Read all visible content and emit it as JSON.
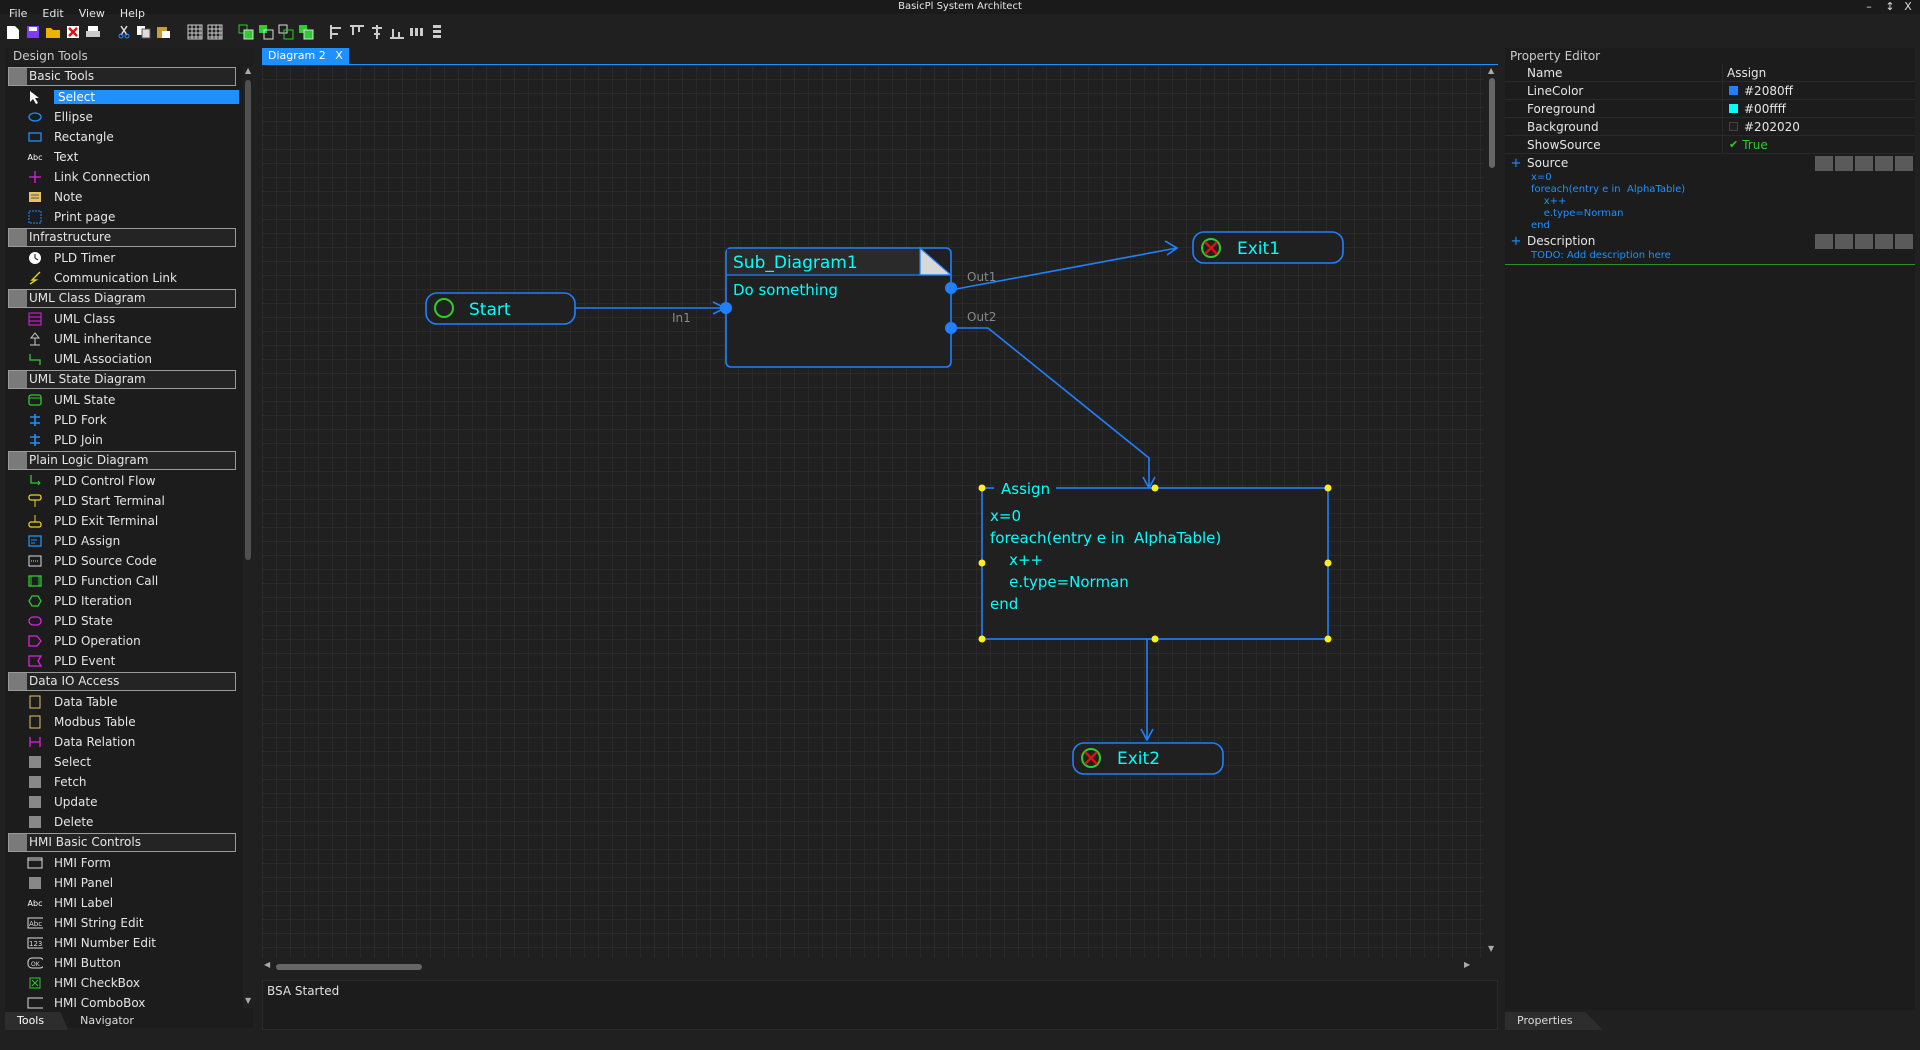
{
  "window": {
    "title": "BasicPl System Architect",
    "minimize": "–",
    "maximize": "↕",
    "close": "X"
  },
  "menu": [
    "File",
    "Edit",
    "View",
    "Help"
  ],
  "left_panel": {
    "header": "Design Tools",
    "categories": [
      {
        "label": "Basic Tools",
        "tools": [
          {
            "label": "Select",
            "icon": "cursor-icon"
          },
          {
            "label": "Ellipse",
            "icon": "ellipse-icon"
          },
          {
            "label": "Rectangle",
            "icon": "rectangle-icon"
          },
          {
            "label": "Text",
            "icon": "abc-text-icon"
          },
          {
            "label": "Link Connection",
            "icon": "link-icon"
          },
          {
            "label": "Note",
            "icon": "note-icon"
          },
          {
            "label": "Print page",
            "icon": "print-page-icon"
          }
        ]
      },
      {
        "label": "Infrastructure",
        "tools": [
          {
            "label": "PLD Timer",
            "icon": "timer-icon"
          },
          {
            "label": "Communication Link",
            "icon": "lightning-icon"
          }
        ]
      },
      {
        "label": "UML Class Diagram",
        "tools": [
          {
            "label": "UML Class",
            "icon": "uml-class-icon"
          },
          {
            "label": "UML inheritance",
            "icon": "inheritance-icon"
          },
          {
            "label": "UML Association",
            "icon": "association-icon"
          }
        ]
      },
      {
        "label": "UML State Diagram",
        "tools": [
          {
            "label": "UML State",
            "icon": "state-icon"
          },
          {
            "label": "PLD Fork",
            "icon": "fork-icon"
          },
          {
            "label": "PLD Join",
            "icon": "join-icon"
          }
        ]
      },
      {
        "label": "Plain Logic Diagram",
        "tools": [
          {
            "label": "PLD Control Flow",
            "icon": "control-flow-icon"
          },
          {
            "label": "PLD Start Terminal",
            "icon": "start-terminal-icon"
          },
          {
            "label": "PLD Exit Terminal",
            "icon": "exit-terminal-icon"
          },
          {
            "label": "PLD Assign",
            "icon": "assign-icon"
          },
          {
            "label": "PLD Source Code",
            "icon": "source-code-icon"
          },
          {
            "label": "PLD Function Call",
            "icon": "function-call-icon"
          },
          {
            "label": "PLD Iteration",
            "icon": "iteration-icon"
          },
          {
            "label": "PLD State",
            "icon": "pld-state-icon"
          },
          {
            "label": "PLD Operation",
            "icon": "operation-icon"
          },
          {
            "label": "PLD Event",
            "icon": "event-icon"
          }
        ]
      },
      {
        "label": "Data IO Access",
        "tools": [
          {
            "label": "Data Table",
            "icon": "data-table-icon"
          },
          {
            "label": "Modbus Table",
            "icon": "modbus-table-icon"
          },
          {
            "label": "Data Relation",
            "icon": "data-relation-icon"
          },
          {
            "label": "Select",
            "icon": "gray-box-icon"
          },
          {
            "label": "Fetch",
            "icon": "gray-box-icon"
          },
          {
            "label": "Update",
            "icon": "gray-box-icon"
          },
          {
            "label": "Delete",
            "icon": "gray-box-icon"
          }
        ]
      },
      {
        "label": "HMI Basic Controls",
        "tools": [
          {
            "label": "HMI Form",
            "icon": "form-icon"
          },
          {
            "label": "HMI Panel",
            "icon": "panel-icon"
          },
          {
            "label": "HMI Label",
            "icon": "label-icon"
          },
          {
            "label": "HMI String Edit",
            "icon": "string-edit-icon"
          },
          {
            "label": "HMI Number Edit",
            "icon": "number-edit-icon"
          },
          {
            "label": "HMI Button",
            "icon": "button-icon"
          },
          {
            "label": "HMI CheckBox",
            "icon": "checkbox-icon"
          },
          {
            "label": "HMI ComboBox",
            "icon": "combobox-icon"
          }
        ]
      }
    ],
    "tabs": [
      "Tools",
      "Navigator"
    ]
  },
  "document": {
    "tab_label": "Diagram 2",
    "tab_close": "X"
  },
  "diagram": {
    "start": {
      "label": "Start"
    },
    "sub_diagram": {
      "title": "Sub_Diagram1",
      "body": "Do something",
      "in_port": "In1",
      "out1": "Out1",
      "out2": "Out2"
    },
    "exit1": {
      "label": "Exit1"
    },
    "exit2": {
      "label": "Exit2"
    },
    "assign": {
      "title": "Assign",
      "lines": [
        "x=0",
        "foreach(entry e in  AlphaTable)",
        "    x++",
        "    e.type=Norman",
        "end"
      ]
    }
  },
  "status": {
    "text": "BSA Started"
  },
  "properties": {
    "header": "Property Editor",
    "columns": {
      "name": "Name",
      "value": "Assign"
    },
    "rows": [
      {
        "name": "LineColor",
        "value": "#2080ff",
        "swatch": "#2080ff"
      },
      {
        "name": "Foreground",
        "value": "#00ffff",
        "swatch": "#00ffff"
      },
      {
        "name": "Background",
        "value": "#202020",
        "swatch": "#202020"
      },
      {
        "name": "ShowSource",
        "value": "True",
        "check": "✔"
      }
    ],
    "sections": [
      {
        "label": "Source",
        "code": "x=0\nforeach(entry e in  AlphaTable)\n    x++\n    e.type=Norman\nend"
      },
      {
        "label": "Description",
        "code": "TODO: Add description here"
      }
    ],
    "tab": "Properties"
  },
  "colors": {
    "accent": "#1e90ff",
    "line": "#2080ff",
    "foreground": "#00ffff",
    "background": "#202020"
  }
}
